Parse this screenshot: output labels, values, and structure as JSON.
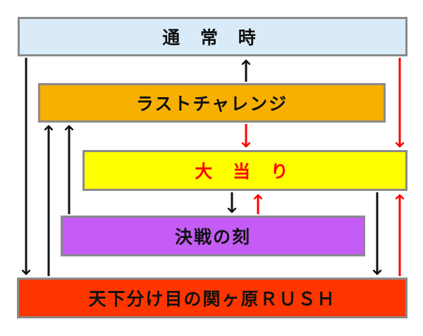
{
  "nodes": {
    "normal": {
      "label": "通 常 時"
    },
    "last": {
      "label": "ラストチャレンジ"
    },
    "jackpot": {
      "label": "大 当 り"
    },
    "kessen": {
      "label": "決戦の刻"
    },
    "rush": {
      "label": "天下分け目の関ヶ原ＲＵＳＨ"
    }
  },
  "colors": {
    "normal": "#d9ebf8",
    "last": "#f7b000",
    "jackpot": "#ffff00",
    "kessen": "#c45cf5",
    "rush": "#ff3500",
    "jackpot_text": "#ff0000",
    "arrow_black": "#111111",
    "arrow_red": "#ff0000"
  }
}
